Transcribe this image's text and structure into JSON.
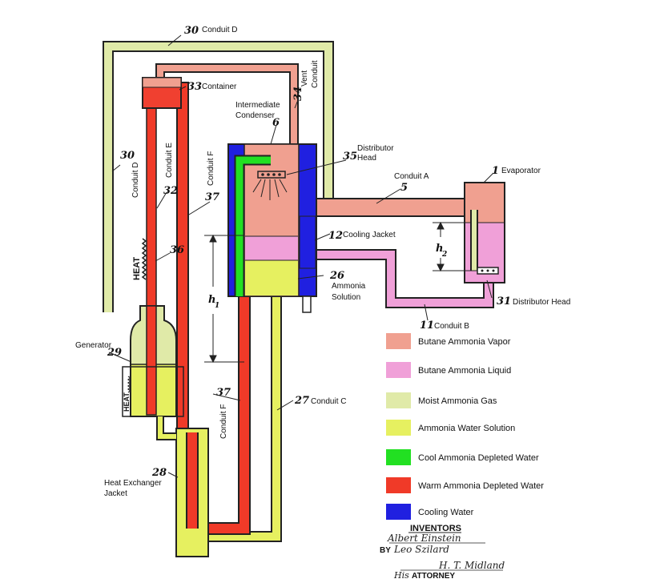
{
  "colors": {
    "butane_vapor": "#f0a090",
    "butane_liquid": "#f0a0d8",
    "moist_gas": "#e0eaa8",
    "ammonia_water": "#e6f060",
    "cool_water": "#22e022",
    "warm_water": "#f03a28",
    "cooling_water": "#2020e0",
    "container": "#f04030",
    "outline": "#222222"
  },
  "labels": {
    "conduit_d_top_num": "30",
    "conduit_d_top": "Conduit D",
    "container_num": "33",
    "container": "Container",
    "vent_num": "34",
    "vent": "Vent",
    "vent_conduit": "Conduit",
    "intermediate": "Intermediate",
    "condenser": "Condenser",
    "condenser_num": "6",
    "distributor_num": "35",
    "distributor": "Distributor",
    "distributor_head": "Head",
    "conduit_a": "Conduit A",
    "conduit_a_num": "5",
    "evaporator_num": "1",
    "evaporator": "Evaporator",
    "left_d_num": "30",
    "left_d": "Conduit D",
    "conduit_e": "Conduit E",
    "conduit_e_num": "32",
    "conduit_f_top": "Conduit F",
    "conduit_f_num": "37",
    "heat_top": "HEAT",
    "heat_num": "36",
    "cooling_jacket_num": "12",
    "cooling_jacket": "Cooling Jacket",
    "h1_symbol": "h",
    "h1_sub": "1",
    "h2_symbol": "h",
    "h2_sub": "2",
    "ammonia_num": "26",
    "ammonia": "Ammonia",
    "solution": "Solution",
    "dist_head_num": "31",
    "dist_head_right": "Distributor Head",
    "conduit_b_num": "11",
    "conduit_b": "Conduit B",
    "generator": "Generator",
    "generator_num": "29",
    "heat_bottom": "HEAT",
    "conduit_f_bottom_num": "37",
    "conduit_f_bottom": "Conduit F",
    "conduit_c_num": "27",
    "conduit_c": "Conduit C",
    "hx_num": "28",
    "hx_line1": "Heat Exchanger",
    "hx_line2": "Jacket",
    "inventors": "INVENTORS",
    "inventor1": "Albert Einstein",
    "inventor2": "Leo Szilard",
    "by": "BY",
    "attorney_sig": "H. T. Midland",
    "his": "His",
    "attorney": "ATTORNEY"
  },
  "legend": [
    {
      "label": "Butane Ammonia Vapor",
      "color": "#f0a090"
    },
    {
      "label": "Butane Ammonia Liquid",
      "color": "#f0a0d8"
    },
    {
      "label": "Moist Ammonia Gas",
      "color": "#e0eaa8"
    },
    {
      "label": "Ammonia Water Solution",
      "color": "#e6f060"
    },
    {
      "label": "Cool Ammonia Depleted Water",
      "color": "#22e022"
    },
    {
      "label": "Warm Ammonia Depleted Water",
      "color": "#f03a28"
    },
    {
      "label": "Cooling Water",
      "color": "#2020e0"
    }
  ]
}
